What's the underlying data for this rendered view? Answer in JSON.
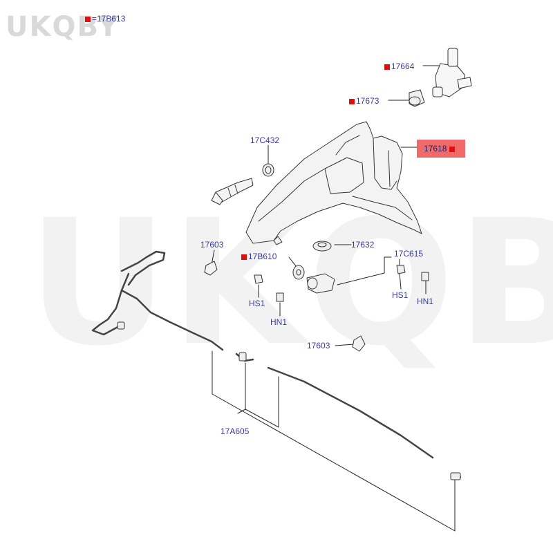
{
  "watermark": {
    "corner": "UKQBY",
    "center": "UKQBY™"
  },
  "marker_color": "#e01010",
  "highlight_color": "#f06a6a",
  "label_color": "#3a3aa0",
  "labels": {
    "l17B613": "=17B613",
    "l17664": "17664",
    "l17673": "17673",
    "l17618": "17618",
    "l17C432": "17C432",
    "l17603a": "17603",
    "l17B610": "17B610",
    "l17632": "17632",
    "l17C615": "17C615",
    "lHS1a": "HS1",
    "lHN1a": "HN1",
    "lHS1b": "HS1",
    "lHN1b": "HN1",
    "l17603b": "17603",
    "l17A605": "17A605"
  }
}
